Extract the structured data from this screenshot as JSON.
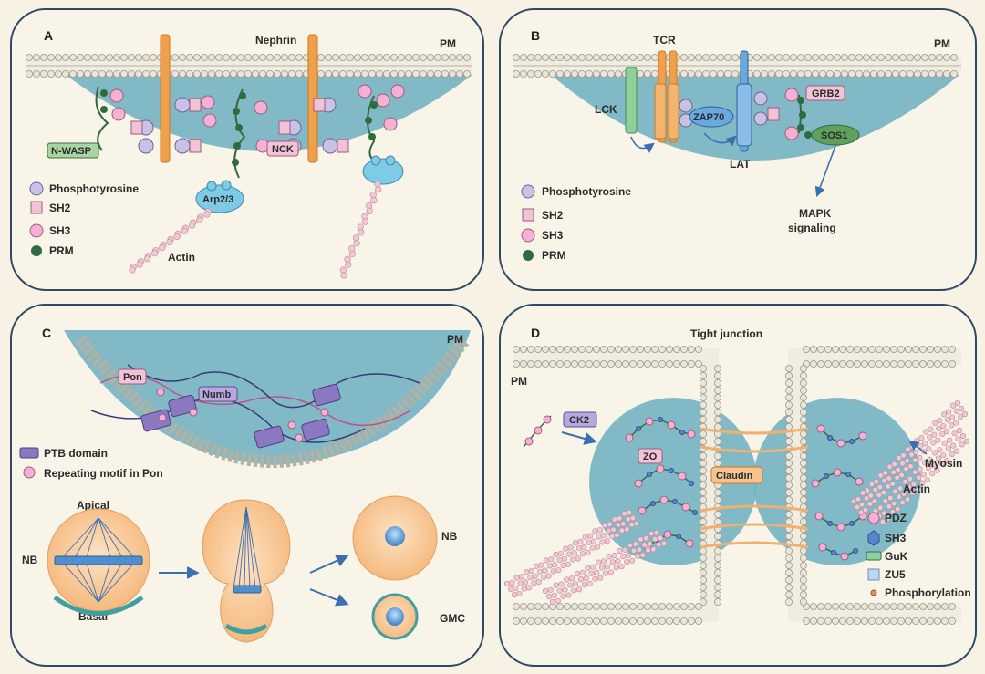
{
  "panels": {
    "a": {
      "letter": "A",
      "labels": {
        "nephrin": "Nephrin",
        "pm": "PM",
        "n_wasp": "N-WASP",
        "nck": "NCK",
        "arp23": "Arp2/3",
        "actin": "Actin"
      },
      "legend": [
        "Phosphotyrosine",
        "SH2",
        "SH3",
        "PRM"
      ]
    },
    "b": {
      "letter": "B",
      "labels": {
        "tcr": "TCR",
        "pm": "PM",
        "lck": "LCK",
        "zap70": "ZAP70",
        "lat": "LAT",
        "grb2": "GRB2",
        "sos1": "SOS1",
        "mapk1": "MAPK",
        "mapk2": "signaling"
      },
      "legend": [
        "Phosphotyrosine",
        "SH2",
        "SH3",
        "PRM"
      ]
    },
    "c": {
      "letter": "C",
      "labels": {
        "pm": "PM",
        "pon": "Pon",
        "numb": "Numb",
        "apical": "Apical",
        "basal": "Basal",
        "nb_left": "NB",
        "nb_right": "NB",
        "gmc": "GMC"
      },
      "legend": [
        "PTB domain",
        "Repeating motif in Pon"
      ]
    },
    "d": {
      "letter": "D",
      "labels": {
        "title": "Tight junction",
        "pm": "PM",
        "ck2": "CK2",
        "zo": "ZO",
        "claudin": "Claudin",
        "myosin": "Myosin",
        "actin": "Actin"
      },
      "legend": [
        "PDZ",
        "SH3",
        "GuK",
        "ZU5",
        "Phosphorylation"
      ]
    }
  },
  "colors": {
    "background": "#f7f2e4",
    "panel_border": "#2f4a66",
    "cytoplasm": "#73b4c2",
    "membrane_head": "#e9e5d9",
    "phosphotyrosine": "#c9c1e6",
    "sh2": "#f2c3d7",
    "sh3": "#f5b0d3",
    "prm": "#2f6b3f",
    "nephrin": "#f0a04b",
    "lck": "#8fcf9a",
    "lat": "#6aa9e0",
    "ptb": "#8a78c0",
    "cell_orange": "#f6c48e",
    "claudin": "#f0b070"
  }
}
